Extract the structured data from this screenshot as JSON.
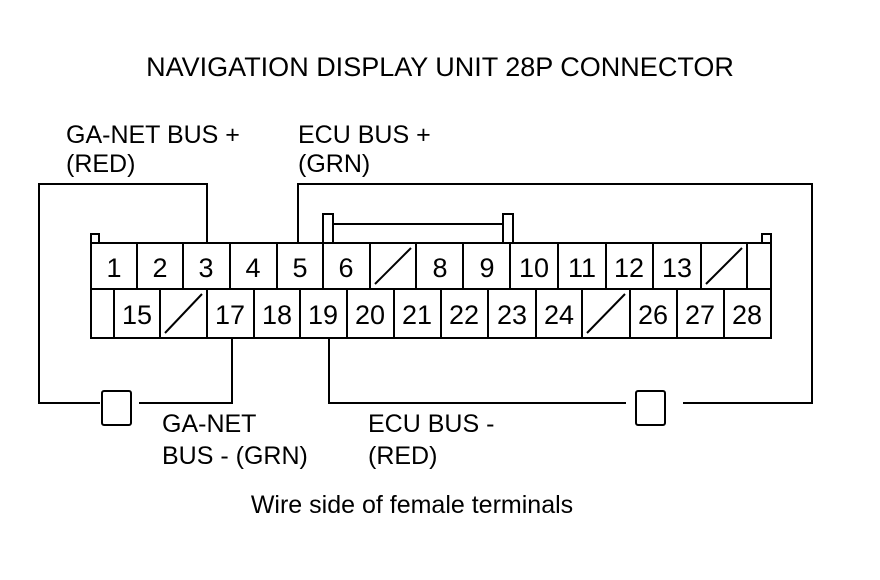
{
  "title": "NAVIGATION DISPLAY UNIT 28P CONNECTOR",
  "labels": {
    "ga_net_plus": [
      "GA-NET BUS +",
      "(RED)"
    ],
    "ecu_plus": [
      "ECU BUS +",
      "(GRN)"
    ],
    "ga_net_minus": [
      "GA-NET",
      "BUS - (GRN)"
    ],
    "ecu_minus": [
      "ECU BUS -",
      "(RED)"
    ]
  },
  "connector": {
    "top_row": [
      "1",
      "2",
      "3",
      "4",
      "5",
      "6",
      "",
      "8",
      "9",
      "10",
      "11",
      "12",
      "13",
      "",
      ""
    ],
    "bottom_row": [
      "",
      "15",
      "",
      "17",
      "18",
      "19",
      "20",
      "21",
      "22",
      "23",
      "24",
      "",
      "26",
      "27",
      "28"
    ]
  },
  "caption": "Wire side of female terminals"
}
